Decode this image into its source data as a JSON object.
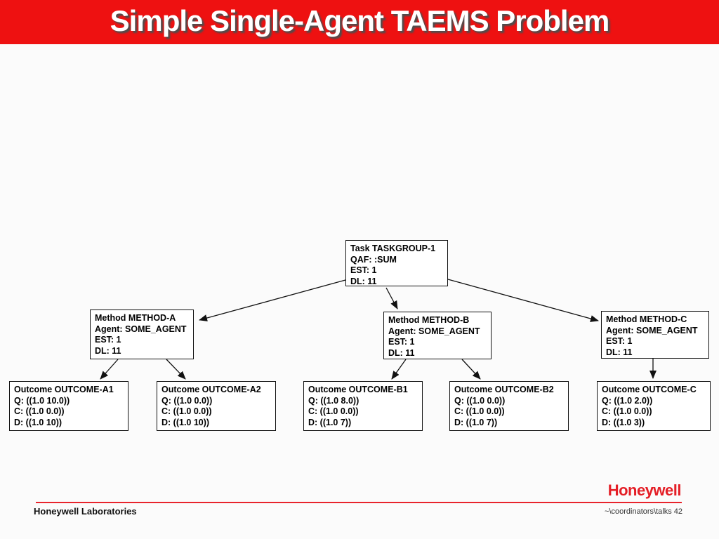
{
  "title": "Simple Single-Agent TAEMS Problem",
  "colors": {
    "header_red": "#ee1111",
    "logo_red": "#e41e26",
    "rule_red": "#e8242c"
  },
  "nodes": {
    "task": {
      "lines": [
        "Task TASKGROUP-1",
        "QAF: :SUM",
        "EST: 1",
        "DL: 11"
      ]
    },
    "method_a": {
      "lines": [
        "Method METHOD-A",
        "Agent: SOME_AGENT",
        "EST: 1",
        "DL: 11"
      ]
    },
    "method_b": {
      "lines": [
        "Method METHOD-B",
        "Agent: SOME_AGENT",
        "EST: 1",
        "DL: 11"
      ]
    },
    "method_c": {
      "lines": [
        "Method METHOD-C",
        "Agent: SOME_AGENT",
        "EST: 1",
        "DL: 11"
      ]
    },
    "outcome_a1": {
      "lines": [
        "Outcome OUTCOME-A1",
        "Q: ((1.0 10.0))",
        "C: ((1.0 0.0))",
        "D: ((1.0 10))"
      ]
    },
    "outcome_a2": {
      "lines": [
        "Outcome OUTCOME-A2",
        "Q: ((1.0 0.0))",
        "C: ((1.0 0.0))",
        "D: ((1.0 10))"
      ]
    },
    "outcome_b1": {
      "lines": [
        "Outcome OUTCOME-B1",
        "Q: ((1.0 8.0))",
        "C: ((1.0 0.0))",
        "D: ((1.0 7))"
      ]
    },
    "outcome_b2": {
      "lines": [
        "Outcome OUTCOME-B2",
        "Q: ((1.0 0.0))",
        "C: ((1.0 0.0))",
        "D: ((1.0 7))"
      ]
    },
    "outcome_c": {
      "lines": [
        "Outcome OUTCOME-C",
        "Q: ((1.0 2.0))",
        "C: ((1.0 0.0))",
        "D: ((1.0 3))"
      ]
    }
  },
  "edges": [
    {
      "from": "task",
      "to": "method_a"
    },
    {
      "from": "task",
      "to": "method_b"
    },
    {
      "from": "task",
      "to": "method_c"
    },
    {
      "from": "method_a",
      "to": "outcome_a1"
    },
    {
      "from": "method_a",
      "to": "outcome_a2"
    },
    {
      "from": "method_b",
      "to": "outcome_b1"
    },
    {
      "from": "method_b",
      "to": "outcome_b2"
    },
    {
      "from": "method_c",
      "to": "outcome_c"
    }
  ],
  "footer": {
    "logo": "Honeywell",
    "org": "Honeywell Laboratories",
    "path": "~\\coordinators\\talks 42"
  }
}
